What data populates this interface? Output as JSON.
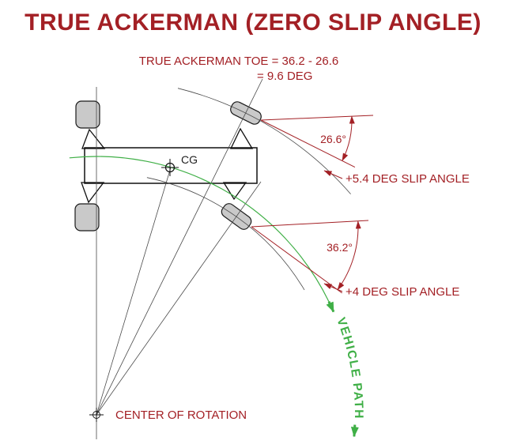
{
  "title": "TRUE ACKERMAN (ZERO SLIP ANGLE)",
  "formula": {
    "line1": "TRUE ACKERMAN TOE = 36.2 - 26.6",
    "line2": "= 9.6 DEG"
  },
  "labels": {
    "cg": "CG",
    "outer_steer_angle": "26.6°",
    "outer_slip_angle": "+5.4 DEG SLIP ANGLE",
    "inner_steer_angle": "36.2°",
    "inner_slip_angle": "+4 DEG SLIP ANGLE",
    "center_of_rotation": "CENTER OF ROTATION",
    "vehicle_path": "VEHICLE PATH"
  },
  "values": {
    "outer_steer_deg": 26.6,
    "inner_steer_deg": 36.2,
    "toe_deg": 9.6,
    "outer_slip_deg": 5.4,
    "inner_slip_deg": 4
  },
  "colors": {
    "red": "#A32025",
    "green": "#3FAF46",
    "wheel_fill": "#C9C9C9",
    "line": "#4A4A4A"
  }
}
